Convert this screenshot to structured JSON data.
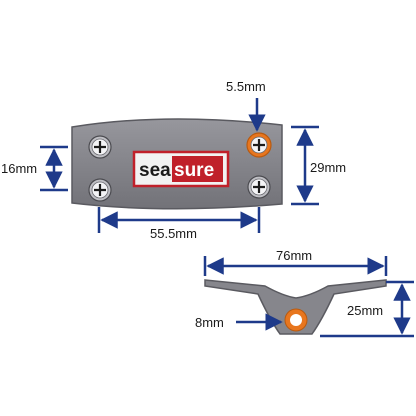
{
  "dimensions": {
    "hole_diameter": "5.5mm",
    "hole_spacing_vertical": "16mm",
    "plate_height": "29mm",
    "hole_spacing_horizontal": "55.5mm",
    "profile_width": "76mm",
    "profile_height": "25mm",
    "channel_diameter": "8mm"
  },
  "logo": {
    "part1": "sea",
    "part2": "sure"
  },
  "colors": {
    "body": "#86868c",
    "outline": "#5a5a60",
    "dimension_line": "#1e3a8a",
    "highlight": "#e8761e",
    "logo_red": "#c0202a"
  }
}
